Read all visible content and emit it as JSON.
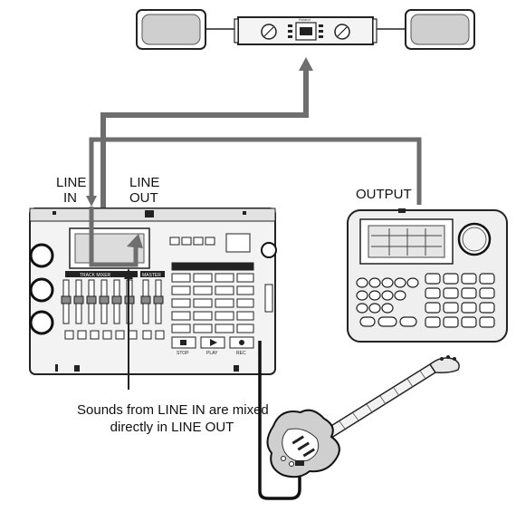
{
  "labels": {
    "line_in_a": "LINE",
    "line_in_b": "IN",
    "line_out_a": "LINE",
    "line_out_b": "OUT",
    "output": "OUTPUT",
    "caption_1": "Sounds from LINE IN are mixed",
    "caption_2": "directly in LINE OUT"
  },
  "recorder": {
    "track_label": "TRACK MIXER",
    "master_label": "MASTER",
    "transport": [
      "STOP",
      "PLAY",
      "REC"
    ]
  },
  "amplifier": {
    "brand": "Roland"
  },
  "colors": {
    "cable": "#6e6e6e",
    "cable_dark": "#222222",
    "device_fill": "#e9e9e9",
    "speaker_fill": "#cfcfcf"
  }
}
